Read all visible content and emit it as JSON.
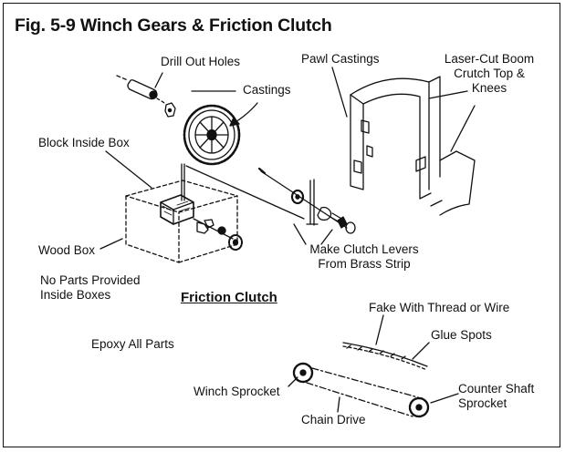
{
  "figure": {
    "title": "Fig. 5-9 Winch Gears & Friction Clutch"
  },
  "labels": {
    "drill_out_holes": "Drill Out Holes",
    "castings": "Castings",
    "pawl_castings": "Pawl Castings",
    "boom_crutch": "Laser-Cut Boom\nCrutch Top &\nKnees",
    "block_inside_box": "Block Inside Box",
    "wood_box": "Wood Box",
    "make_clutch_levers": "Make Clutch Levers\nFrom Brass Strip",
    "no_parts_provided": "No Parts Provided\nInside Boxes",
    "friction_clutch": "Friction Clutch",
    "fake_with_thread": "Fake With Thread or Wire",
    "glue_spots": "Glue Spots",
    "epoxy_all_parts": "Epoxy All Parts",
    "winch_sprocket": "Winch Sprocket",
    "counter_shaft_sprocket": "Counter Shaft\nSprocket",
    "chain_drive": "Chain Drive"
  },
  "colors": {
    "ink": "#111111",
    "background": "#ffffff"
  }
}
